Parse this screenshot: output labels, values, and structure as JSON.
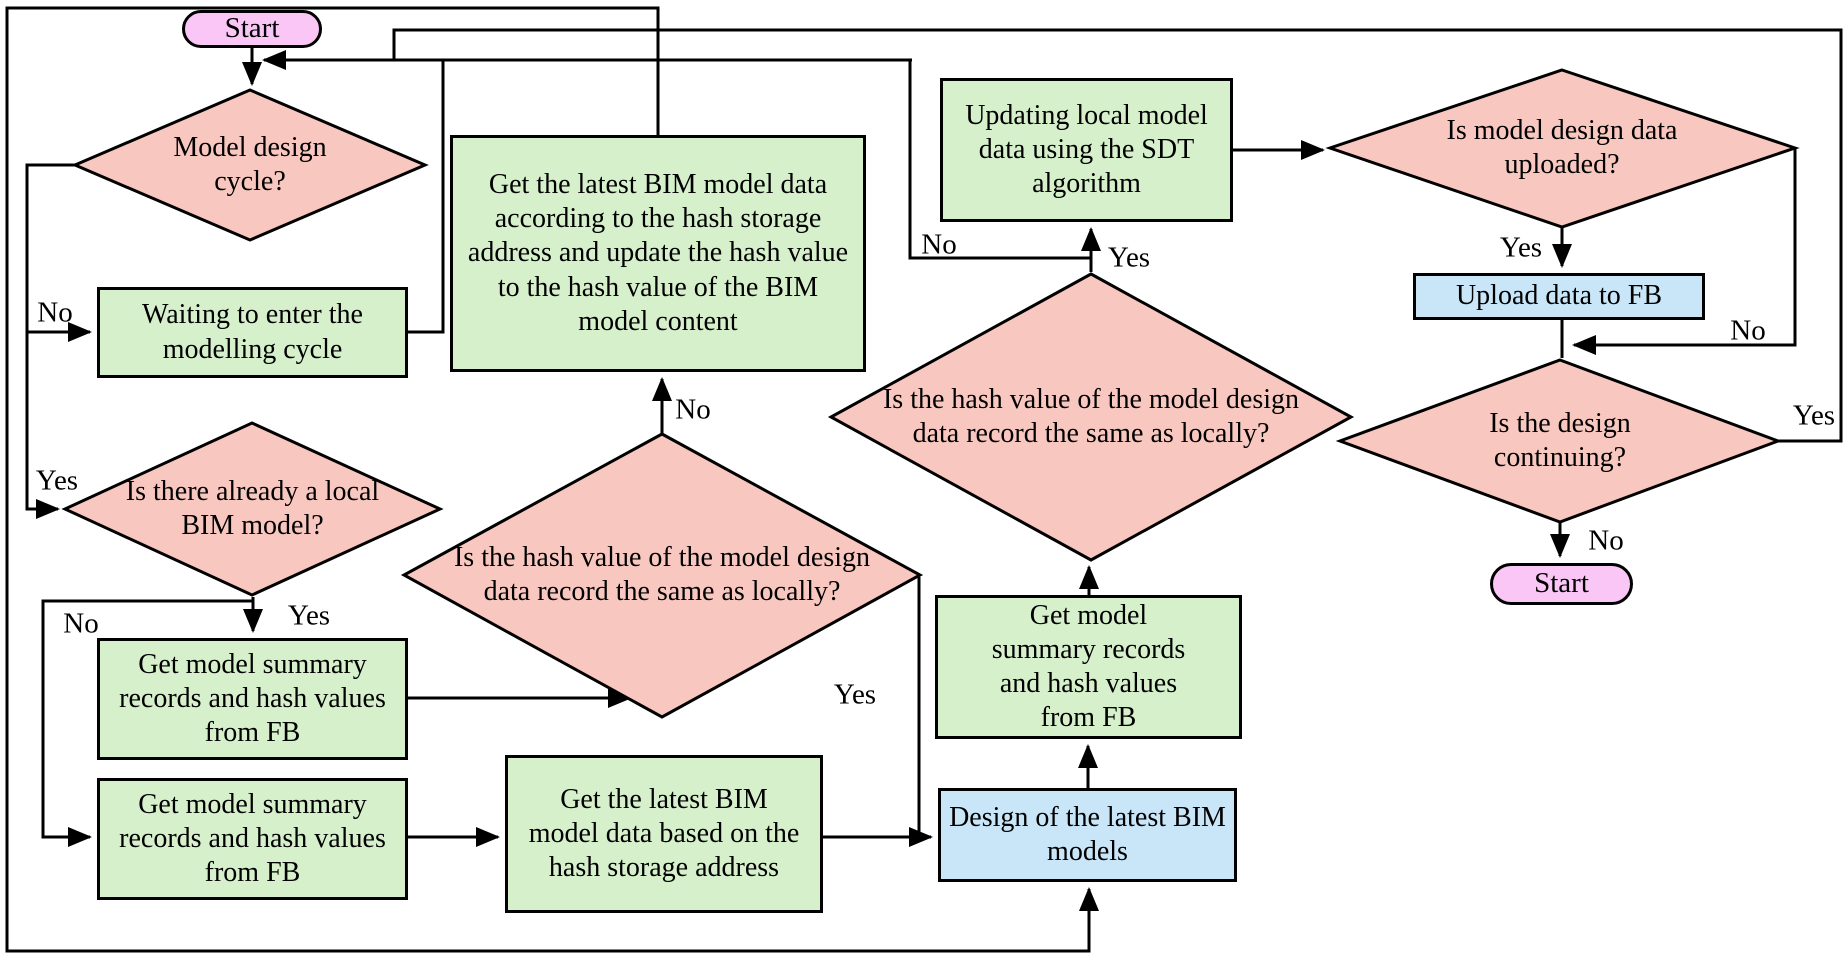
{
  "diagram_title": "BIM model design cycle flowchart",
  "colors": {
    "process_fill": "#d6f0cc",
    "decision_fill": "#f8c8c0",
    "terminal_fill": "#f9c6f6",
    "io_fill": "#c8e6f8",
    "line": "#000000",
    "background": "#ffffff"
  },
  "nodes": {
    "start_top": {
      "label": "Start",
      "type": "terminal"
    },
    "model_design_cycle": {
      "label": "Model design cycle?",
      "type": "decision"
    },
    "waiting": {
      "label": "Waiting to enter the modelling cycle",
      "type": "process"
    },
    "local_bim": {
      "label": "Is there already a local BIM model?",
      "type": "decision"
    },
    "get_summary_a": {
      "label": "Get model summary records and hash values from FB",
      "type": "process"
    },
    "get_summary_b": {
      "label": "Get model summary records and hash values from FB",
      "type": "process"
    },
    "get_latest_update_hash": {
      "label": "Get the latest BIM model data according to the hash storage address and update the hash value to the hash value of the BIM model content",
      "type": "process"
    },
    "hash_same_left": {
      "label": "Is the hash value of the model design data record the same as locally?",
      "type": "decision"
    },
    "get_latest_based": {
      "label": "Get the latest BIM model data based on the hash storage address",
      "type": "process"
    },
    "design_latest": {
      "label": "Design of the latest BIM models",
      "type": "io"
    },
    "get_summary_fb": {
      "label": "Get model summary records and hash values from FB",
      "type": "process"
    },
    "hash_same_right": {
      "label": "Is the hash value of the model design data record the same as locally?",
      "type": "decision"
    },
    "sdt_update": {
      "label": "Updating local model data using the SDT algorithm",
      "type": "process"
    },
    "data_uploaded": {
      "label": "Is model design data uploaded?",
      "type": "decision"
    },
    "upload_fb": {
      "label": "Upload data to FB",
      "type": "io"
    },
    "design_continuing": {
      "label": "Is the design continuing?",
      "type": "decision"
    },
    "start_bottom": {
      "label": "Start",
      "type": "terminal"
    }
  },
  "edge_labels": {
    "cycle_no": "No",
    "cycle_yes": "Yes",
    "local_yes": "Yes",
    "local_no": "No",
    "hash_left_no": "No",
    "hash_left_yes": "Yes",
    "hash_right_no": "No",
    "hash_right_yes": "Yes",
    "upload_yes": "Yes",
    "upload_no": "No",
    "continuing_yes": "Yes",
    "continuing_no": "No"
  }
}
